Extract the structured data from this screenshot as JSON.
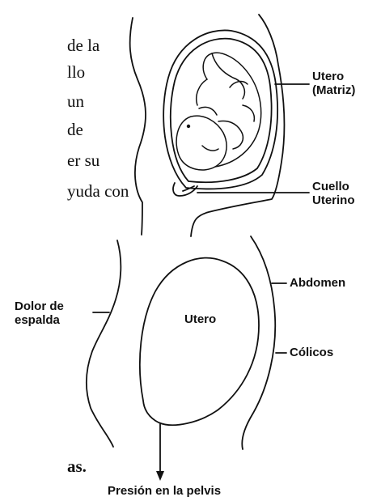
{
  "left_text_fragments": [
    "de la",
    "llo",
    "un",
    "de",
    "er su",
    "yuda con",
    "as."
  ],
  "labels": {
    "utero_matriz_line1": "Utero",
    "utero_matriz_line2": "(Matriz)",
    "cuello_line1": "Cuello",
    "cuello_line2": "Uterino",
    "abdomen": "Abdomen",
    "dolor_line1": "Dolor de",
    "dolor_line2": "espalda",
    "utero": "Utero",
    "colicos": "Cólicos",
    "presion": "Presión en la pelvis"
  },
  "colors": {
    "ink": "#111111",
    "background": "#ffffff"
  }
}
